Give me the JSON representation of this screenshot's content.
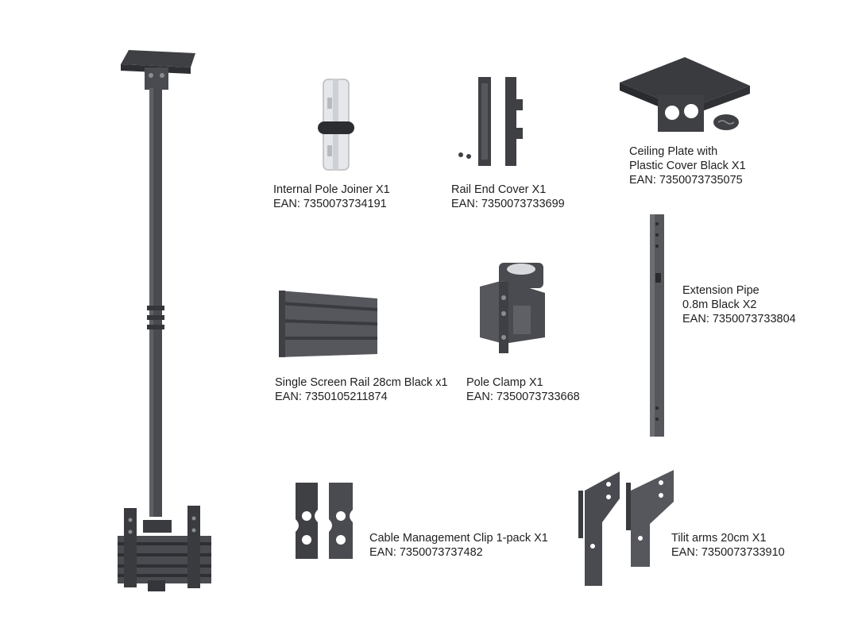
{
  "colors": {
    "metal_dark": "#3f4044",
    "metal_mid": "#5a5c61",
    "metal_light": "#7b7d82",
    "plastic_white": "#e6e7ea",
    "text": "#1e1e1e"
  },
  "items": {
    "pole_joiner": {
      "name": "Internal Pole Joiner X1",
      "ean": "EAN: 7350073734191"
    },
    "rail_end_cover": {
      "name": "Rail End Cover X1",
      "ean": "EAN: 7350073733699"
    },
    "ceiling_plate": {
      "name_line1": "Ceiling Plate with",
      "name_line2": "Plastic Cover Black X1",
      "ean": "EAN: 7350073735075"
    },
    "extension_pipe": {
      "name_line1": "Extension Pipe",
      "name_line2": "0.8m Black X2",
      "ean": "EAN: 7350073733804"
    },
    "screen_rail": {
      "name": "Single Screen Rail 28cm Black x1",
      "ean": "EAN: 7350105211874"
    },
    "pole_clamp": {
      "name": "Pole Clamp X1",
      "ean": "EAN: 7350073733668"
    },
    "cable_clip": {
      "name": "Cable Management Clip 1-pack X1",
      "ean": "EAN: 7350073737482"
    },
    "tilt_arms": {
      "name": "Tilit arms 20cm X1",
      "ean": "EAN: 7350073733910"
    }
  }
}
